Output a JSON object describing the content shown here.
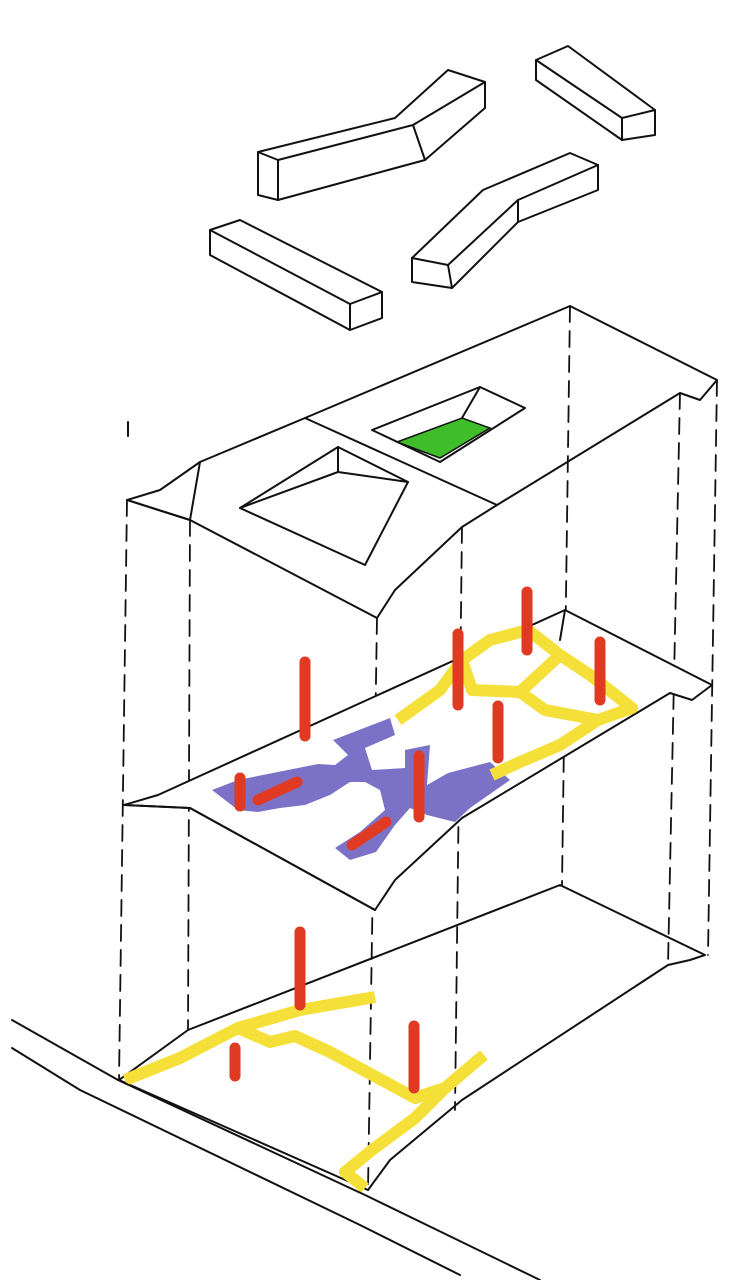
{
  "colors": {
    "ink": "#111111",
    "background": "#ffffff",
    "circulation_path": "#f5e03a",
    "vertical_core": "#e03a22",
    "program_zone": "#7b72c8",
    "green_court": "#3fbe2a"
  },
  "layers": [
    "upper-volumes",
    "roof-level",
    "middle-floor",
    "ground-floor",
    "street"
  ]
}
